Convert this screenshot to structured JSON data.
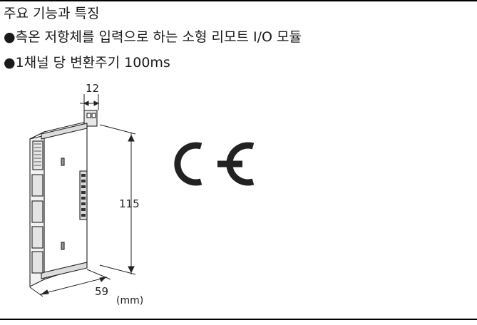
{
  "heading": "주요 기능과 특징",
  "features": [
    {
      "bullet": "●",
      "text": "측온 저항체를 입력으로 하는 소형 리모트 I/O 모듈"
    },
    {
      "bullet": "●",
      "text": "1채널 당 변환주기 100ms"
    }
  ],
  "figure": {
    "dim_width": "12",
    "dim_height": "115",
    "dim_depth": "59",
    "unit": "(mm)",
    "ce_mark": "CE"
  }
}
